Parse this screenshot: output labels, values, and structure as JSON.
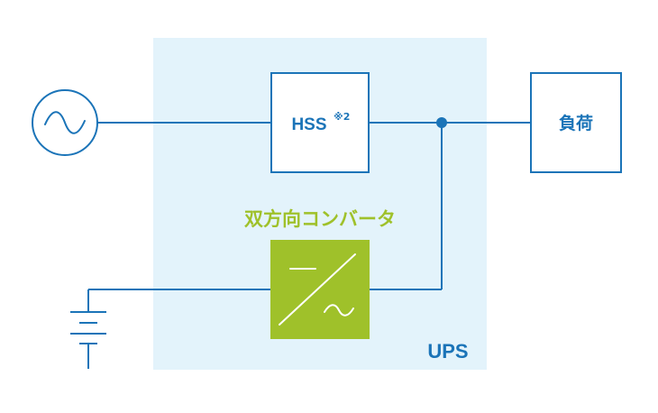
{
  "colors": {
    "line": "#1b74b8",
    "ups_bg": "#e3f3fb",
    "box_fill": "#ffffff",
    "converter_fill": "#9fc12a",
    "converter_label": "#9fc12a",
    "ups_label": "#1b74b8",
    "text_dark": "#1b74b8"
  },
  "labels": {
    "hss": "HSS",
    "hss_note": "※2",
    "load": "負荷",
    "converter": "双方向コンバータ",
    "ups": "UPS"
  },
  "icons": {
    "ac_source": "ac-source-icon",
    "battery": "battery-icon",
    "converter_symbol": "dc-ac-converter-icon"
  }
}
